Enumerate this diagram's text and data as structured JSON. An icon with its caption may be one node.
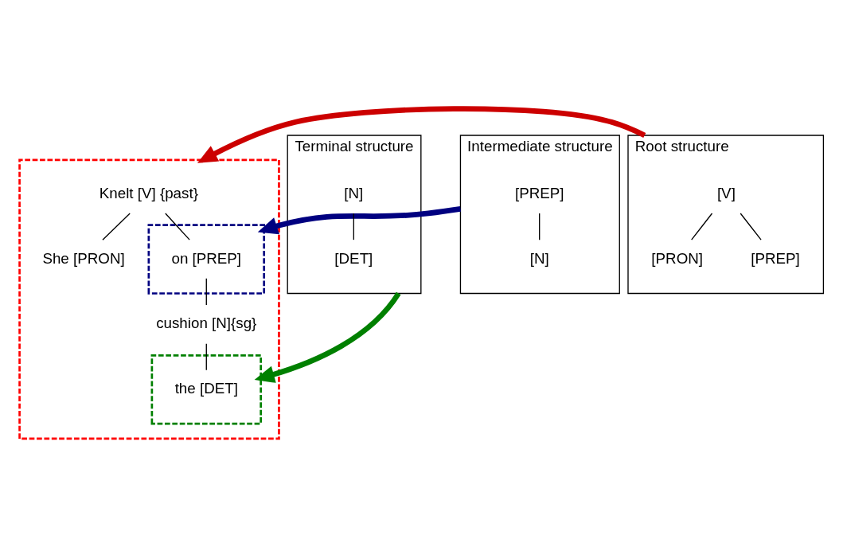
{
  "diagram": {
    "nodes": [
      {
        "text": [],
        "shape": "box"
      },
      {
        "text": [
          "Knelt [V] {past}"
        ],
        "in": 0
      },
      {
        "text": [
          "She [PRON]"
        ],
        "in": 0
      },
      {
        "text": [],
        "shape": "box",
        "in": 0
      },
      {
        "text": [
          "on [PREP]"
        ],
        "in": 3
      },
      {
        "text": [
          "cushion [N]{sg}"
        ],
        "in": 0
      },
      {
        "text": [],
        "shape": "box",
        "in": 0
      },
      {
        "text": [
          "the [DET]"
        ],
        "in": 6
      },
      {
        "text": [
          "Root structure"
        ]
      },
      {
        "text": [
          "[V]"
        ],
        "in": 8
      },
      {
        "text": [
          "[PRON]"
        ],
        "in": 8
      },
      {
        "text": [
          "[PREP]"
        ],
        "in": 8
      },
      {
        "text": [
          "Intermediate structure"
        ]
      },
      {
        "text": [
          "[PREP]"
        ],
        "in": 12
      },
      {
        "text": [
          "[N]"
        ],
        "in": 12
      },
      {
        "text": [
          "Terminal structure"
        ]
      },
      {
        "text": [
          "[N]"
        ],
        "in": 15
      },
      {
        "text": [
          "[DET]"
        ],
        "in": 15
      }
    ],
    "edges": [
      {
        "from": 1,
        "to": 2,
        "arrow": "none"
      },
      {
        "from": 1,
        "to": 4,
        "arrow": "none"
      },
      {
        "from": 4,
        "to": 5,
        "arrow": "none"
      },
      {
        "from": 5,
        "to": 7,
        "arrow": "none"
      },
      {
        "from": 9,
        "to": 10,
        "arrow": "none"
      },
      {
        "from": 9,
        "to": 11,
        "arrow": "none"
      },
      {
        "from": 13,
        "to": 14,
        "arrow": "none"
      },
      {
        "from": 16,
        "to": 17,
        "arrow": "none"
      },
      {
        "from": 8,
        "to": 0,
        "arrow": "to",
        "style": "thick",
        "color": "#cc0000"
      },
      {
        "from": 12,
        "to": 3,
        "arrow": "to",
        "style": "thick",
        "color": "#000080"
      },
      {
        "from": 15,
        "to": 6,
        "arrow": "to",
        "style": "thick",
        "color": "#008000"
      }
    ]
  }
}
